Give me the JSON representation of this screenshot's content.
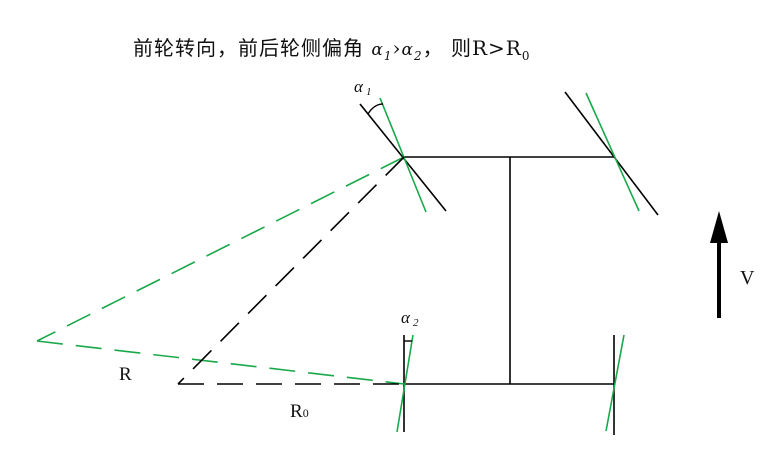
{
  "title": {
    "prefix": "前轮转向，前后轮侧偏角 ",
    "alpha1_symbol": "α",
    "alpha1_sub": "1",
    "relation": "›",
    "alpha2_symbol": "α",
    "alpha2_sub": "2",
    "suffix": "， 则R>R",
    "suffix_sub": "0"
  },
  "labels": {
    "alpha1": "α",
    "alpha1_sub": "1",
    "alpha2": "α",
    "alpha2_sub": "2",
    "R": "R",
    "R0": "R",
    "R0_sub": "0",
    "V": "V"
  },
  "colors": {
    "line": "#000000",
    "slip": "#1aa94a"
  }
}
